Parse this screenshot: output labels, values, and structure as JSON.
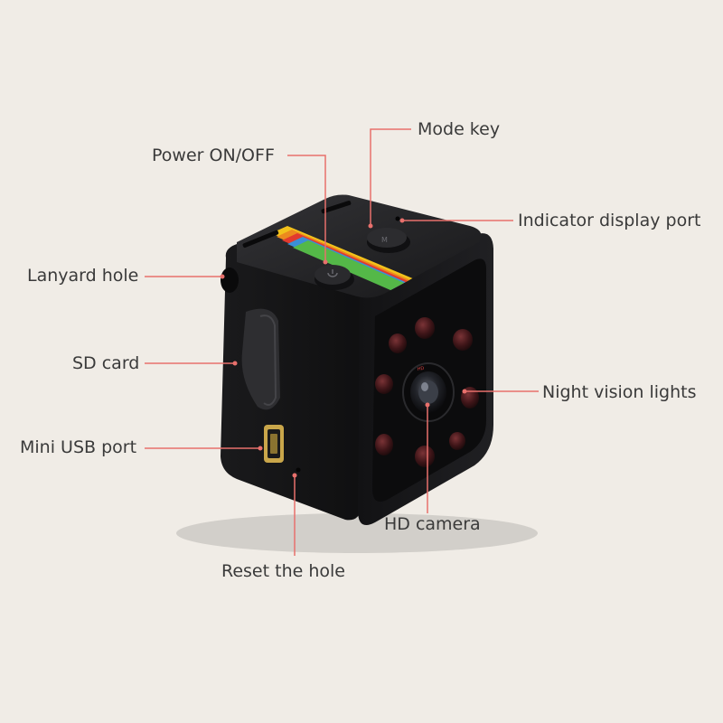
{
  "labels": {
    "mode_key": "Mode key",
    "power": "Power ON/OFF",
    "indicator": "Indicator display port",
    "lanyard": "Lanyard hole",
    "sd_card": "SD card",
    "night_vision": "Night vision lights",
    "mini_usb": "Mini USB port",
    "hd_camera": "HD camera",
    "reset": "Reset the hole"
  },
  "colors": {
    "background": "#f0ece6",
    "leader_line": "#e8706c",
    "camera_body": "#1c1c1e",
    "label_text": "#3a3a3a",
    "usb_port": "#c9a64a"
  },
  "rainbow_stripe": [
    "#f2c21b",
    "#ec8a1e",
    "#e23a2e",
    "#3b8fd6",
    "#54b848"
  ],
  "icons": [
    "power-icon",
    "mode-icon",
    "lens-icon"
  ]
}
